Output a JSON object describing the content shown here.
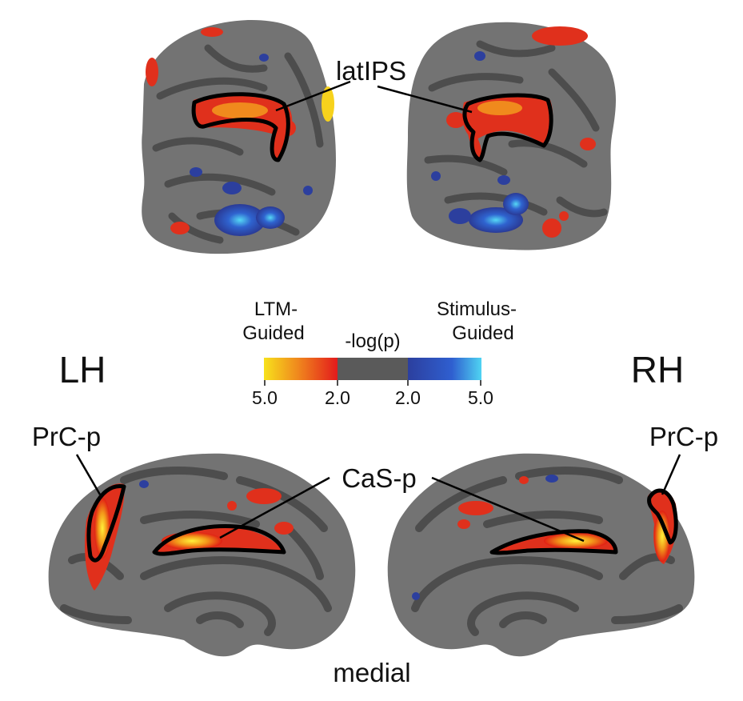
{
  "labels": {
    "top_region": "latIPS",
    "left_hemisphere": "LH",
    "right_hemisphere": "RH",
    "left_precentral": "PrC-p",
    "right_precentral": "PrC-p",
    "calcarine": "CaS-p",
    "view": "medial"
  },
  "colorbar": {
    "left_title_line1": "LTM-",
    "left_title_line2": "Guided",
    "center_title": "-log(p)",
    "right_title_line1": "Stimulus-",
    "right_title_line2": "Guided",
    "ticks": [
      "5.0",
      "2.0",
      "2.0",
      "5.0"
    ],
    "colors": {
      "ltm_high": "#f7e11c",
      "ltm_low": "#e31a1c",
      "neutral": "#5a5a5a",
      "stim_low": "#2c3f9e",
      "stim_high": "#4fd4f2"
    }
  },
  "colors": {
    "cortex_gyri": "#737373",
    "cortex_sulci": "#4d4d4d",
    "roi_outline": "#000000"
  }
}
